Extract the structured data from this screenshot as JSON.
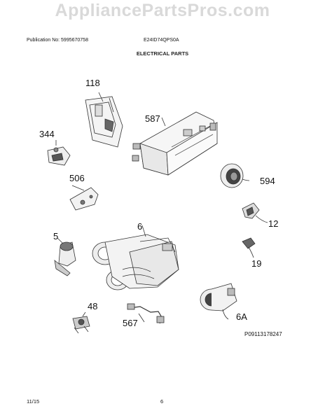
{
  "watermark": "AppliancePartsPros.com",
  "header": {
    "publication": "Publication No: 5995670758",
    "model": "E24ID74QPS0A",
    "title": "ELECTRICAL PARTS"
  },
  "callouts": {
    "p118": "118",
    "p587": "587",
    "p344": "344",
    "p506": "506",
    "p594": "594",
    "p12": "12",
    "p5": "5",
    "p6": "6",
    "p19": "19",
    "p48": "48",
    "p567": "567",
    "p6a": "6A"
  },
  "drawing_code": "P09113178247",
  "footer": {
    "date": "11/15",
    "page": "6"
  }
}
